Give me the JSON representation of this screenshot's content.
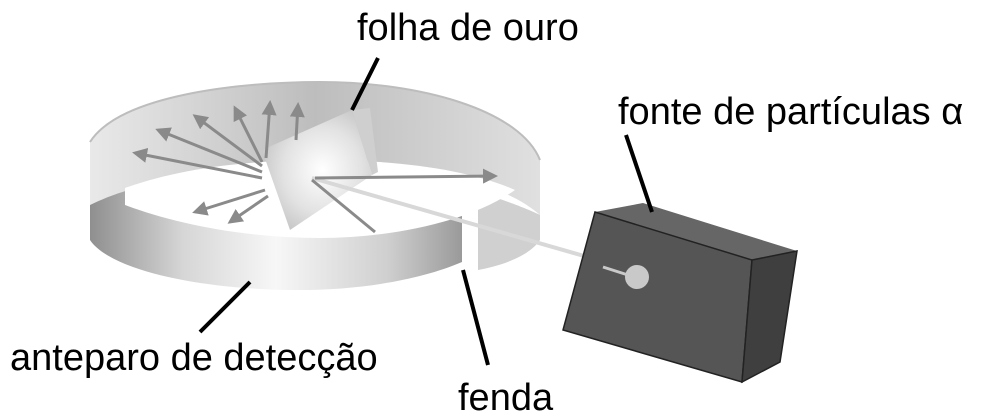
{
  "diagram": {
    "labels": {
      "gold_foil": "folha de ouro",
      "alpha_source": "fonte de partículas α",
      "detection_screen": "anteparo de detecção",
      "slit": "fenda"
    },
    "colors": {
      "ring_dark": "#8f8f8f",
      "ring_light": "#f4f4f4",
      "arrow": "#8a8a8a",
      "beam": "#d8d8d8",
      "box_front": "#555555",
      "box_side": "#3f3f3f",
      "box_top": "#666666",
      "emitter": "#c9c9c9"
    }
  }
}
